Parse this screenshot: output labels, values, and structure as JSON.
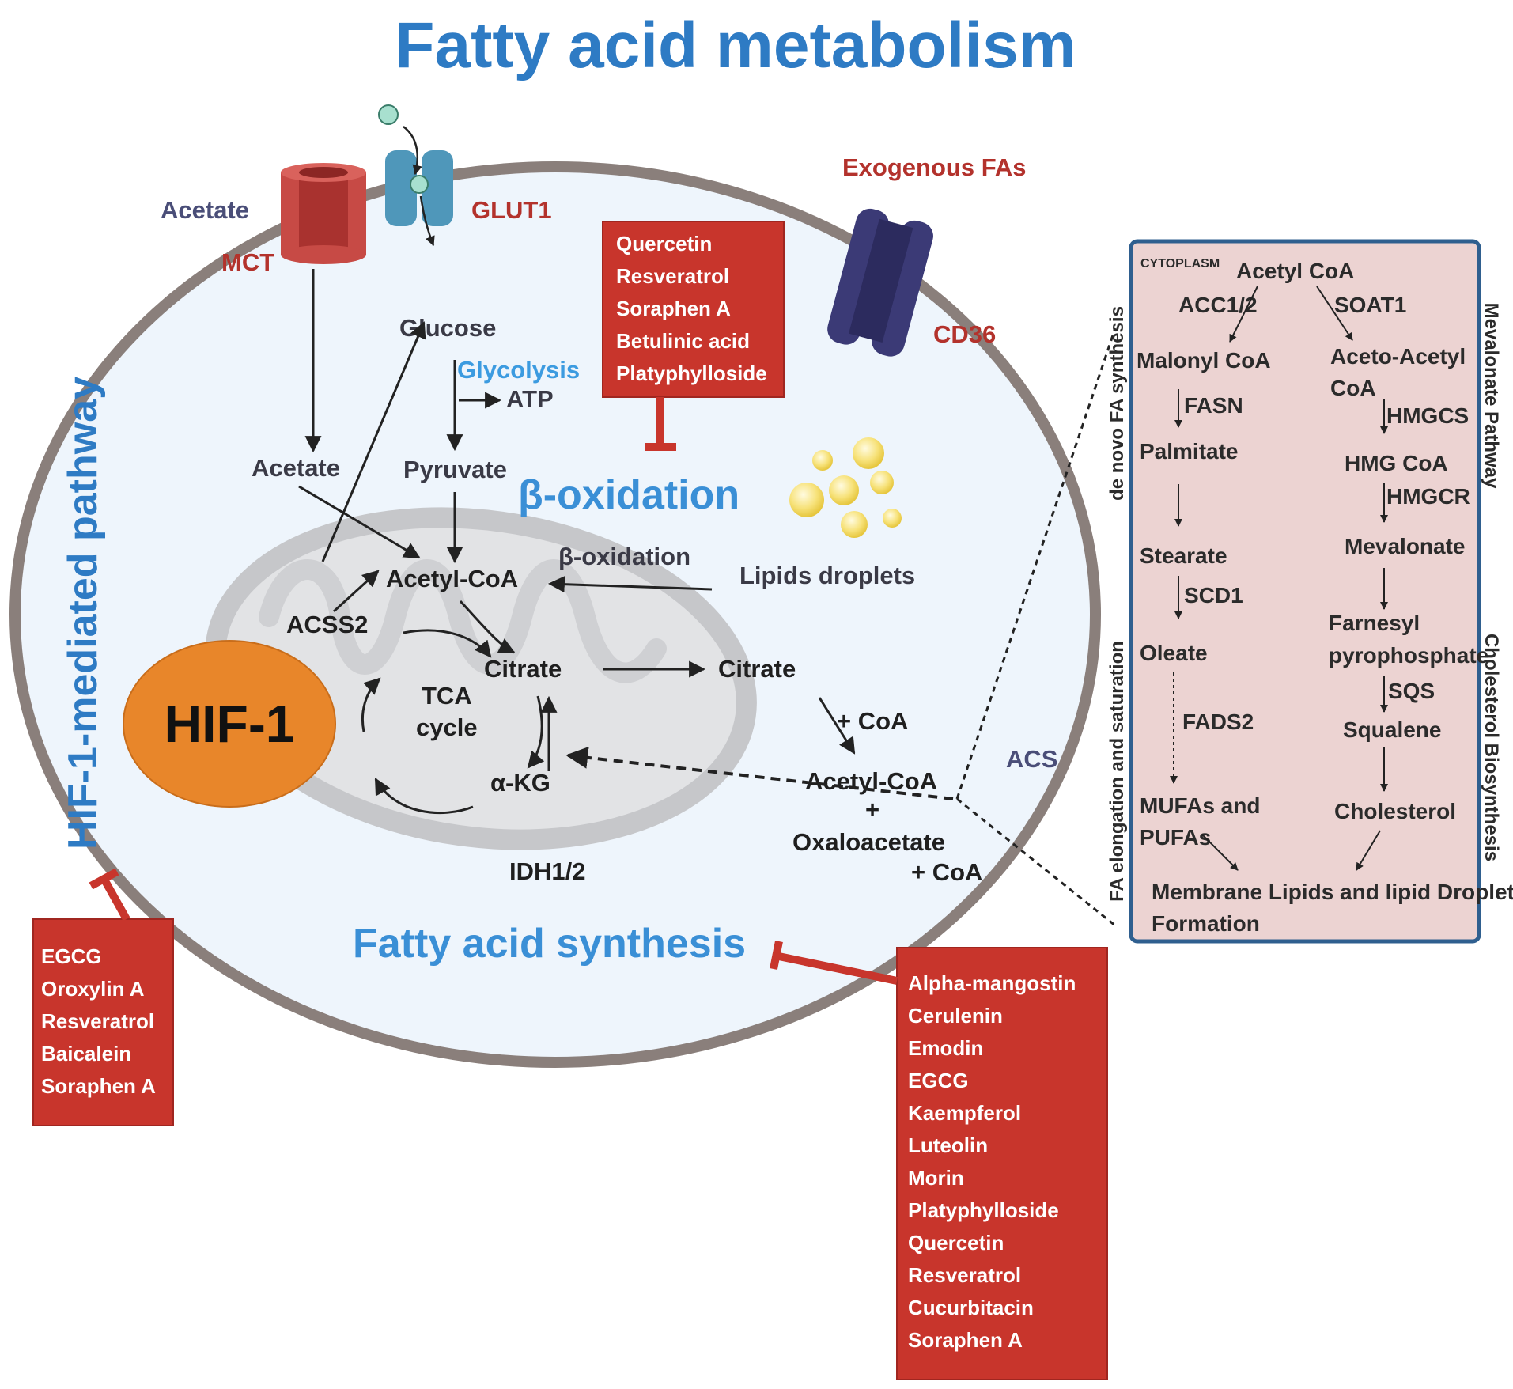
{
  "title": "Fatty acid metabolism",
  "transporters": {
    "acetate_outside": "Acetate",
    "mct": "MCT",
    "glut1": "GLUT1",
    "exogenous_fas": "Exogenous FAs",
    "cd36": "CD36"
  },
  "cell": {
    "glucose": "Glucose",
    "glycolysis": "Glycolysis",
    "atp": "ATP",
    "pyruvate": "Pyruvate",
    "acetate": "Acetate",
    "beta_oxidation_title": "β-oxidation",
    "beta_oxidation_small": "β-oxidation",
    "acetyl_coa": "Acetyl-CoA",
    "lipid_droplets": "Lipids droplets",
    "acss2": "ACSS2",
    "citrate_mito": "Citrate",
    "citrate_cyto": "Citrate",
    "tca": "TCA",
    "cycle": "cycle",
    "akg": "α-KG",
    "idh": "IDH1/2",
    "plus_coa_1": "+ CoA",
    "acetyl_coa_2": "Acetyl-CoA",
    "plus": "+",
    "oxaloacetate": "Oxaloacetate",
    "plus_coa_2": "+ CoA",
    "acs": "ACS",
    "fas_title": "Fatty acid synthesis",
    "hif1": "HIF-1",
    "hif_pathway": "HIF-1-mediated pathway"
  },
  "inhibitor_boxes": {
    "beta_oxidation": [
      "Quercetin",
      "Resveratrol",
      "Soraphen A",
      "Betulinic acid",
      "Platyphylloside"
    ],
    "hif_pathway": [
      "EGCG",
      "Oroxylin A",
      "Resveratrol",
      "Baicalein",
      "Soraphen A"
    ],
    "fatty_acid_synthesis": [
      "Alpha-mangostin",
      "Cerulenin",
      "Emodin",
      "EGCG",
      "Kaempferol",
      "Luteolin",
      "Morin",
      "Platyphylloside",
      "Quercetin",
      "Resveratrol",
      "Cucurbitacin",
      "Soraphen A"
    ]
  },
  "panel": {
    "cytoplasm": "CYTOPLASM",
    "acetyl_coa": "Acetyl CoA",
    "acc": "ACC1/2",
    "soat1": "SOAT1",
    "malonyl_coa": "Malonyl CoA",
    "aceto_acetyl_1": "Aceto-Acetyl",
    "aceto_acetyl_2": "CoA",
    "fasn": "FASN",
    "hmgcs": "HMGCS",
    "palmitate": "Palmitate",
    "hmg_coa": "HMG CoA",
    "hmgcr": "HMGCR",
    "stearate": "Stearate",
    "mevalonate": "Mevalonate",
    "scd1": "SCD1",
    "farnesyl_1": "Farnesyl",
    "farnesyl_2": "pyrophosphate",
    "oleate": "Oleate",
    "sqs": "SQS",
    "fads2": "FADS2",
    "squalene": "Squalene",
    "mufas_1": "MUFAs and",
    "mufas_2": "PUFAs",
    "cholesterol": "Cholesterol",
    "membrane_1": "Membrane Lipids and lipid Droplet",
    "membrane_2": "Formation",
    "left_side_1": "FA elongation and saturation",
    "left_side_2": "de novo FA synthesis",
    "right_side_1": "Mevalonate Pathway",
    "right_side_2": "Cholesterol Biosynthesis"
  },
  "colors": {
    "title_blue": "#2e7bc4",
    "inhibitor_red": "#c8352c",
    "hif_orange": "#e8862a",
    "cell_fill": "#eef5fc",
    "panel_fill": "#ecd3d2",
    "panel_border": "#2f5f8f"
  }
}
